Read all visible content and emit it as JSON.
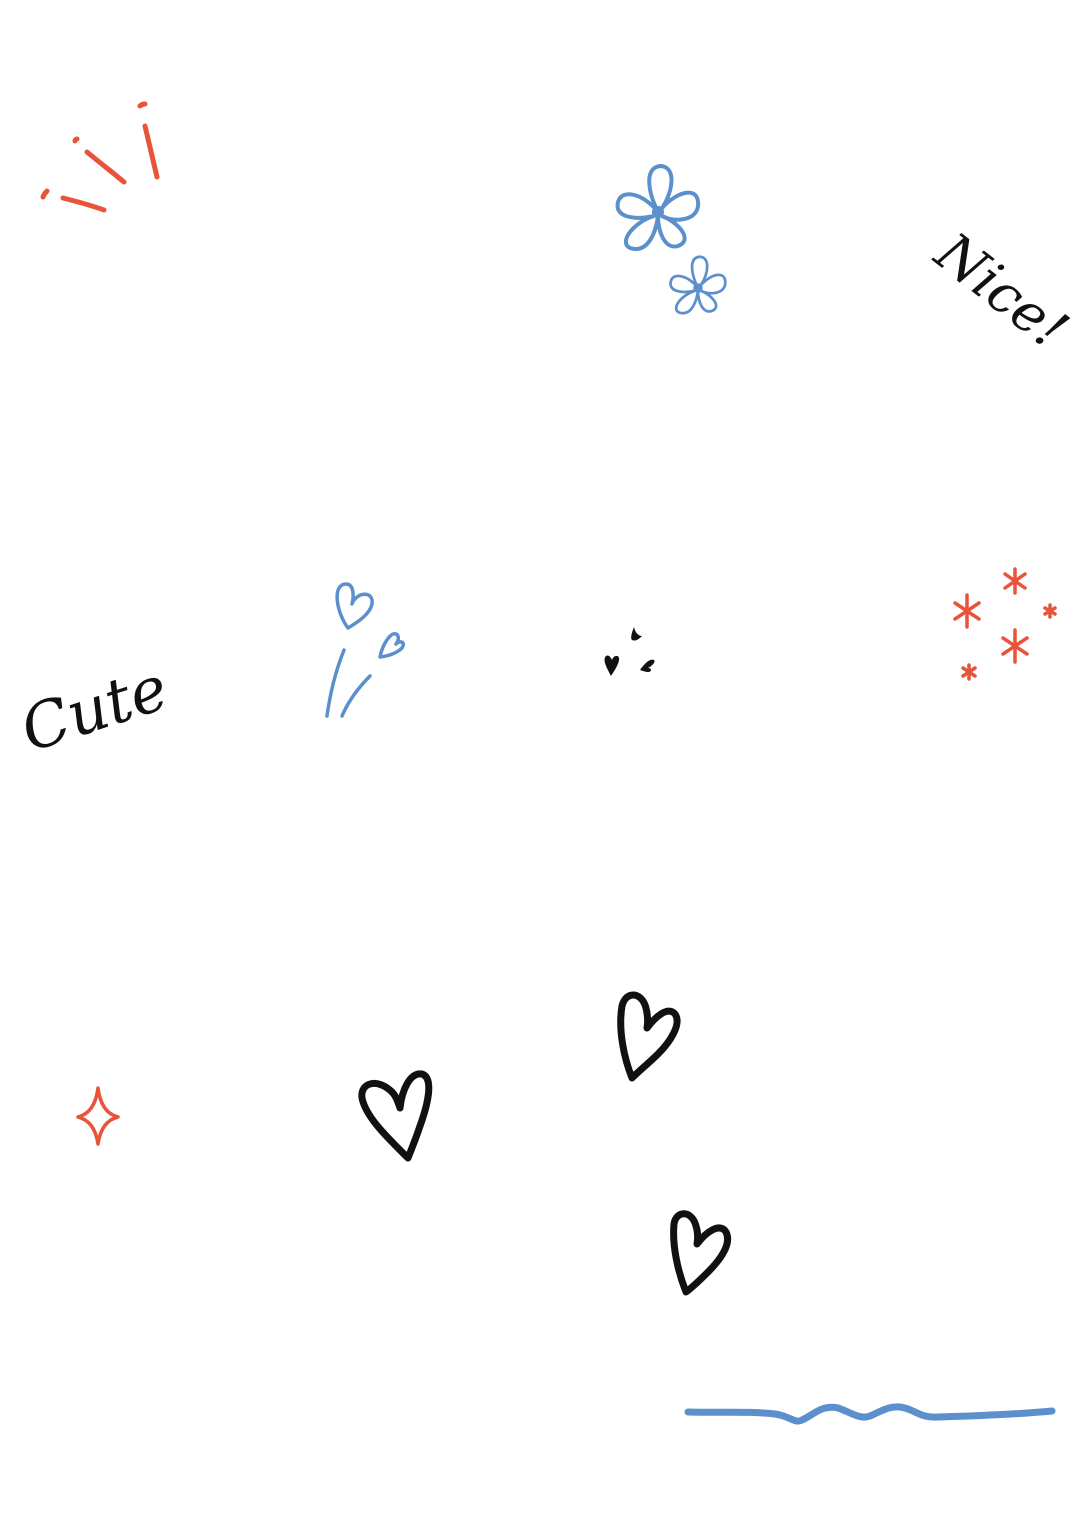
{
  "sticker_sheet": {
    "texts": {
      "nice": "Nice!",
      "cute": "Cute"
    },
    "colors": {
      "background": "#FFFFFF",
      "red": "#E8533A",
      "blue": "#5B90CC",
      "black": "#111111"
    },
    "elements": [
      "red-burst-lines",
      "blue-flower-icon",
      "nice-text",
      "cute-text",
      "blue-heart-sprigs",
      "black-mini-hearts",
      "red-asterisk-sparkles",
      "red-four-point-star-icon",
      "black-outline-heart-icon",
      "blue-wavy-line"
    ]
  }
}
